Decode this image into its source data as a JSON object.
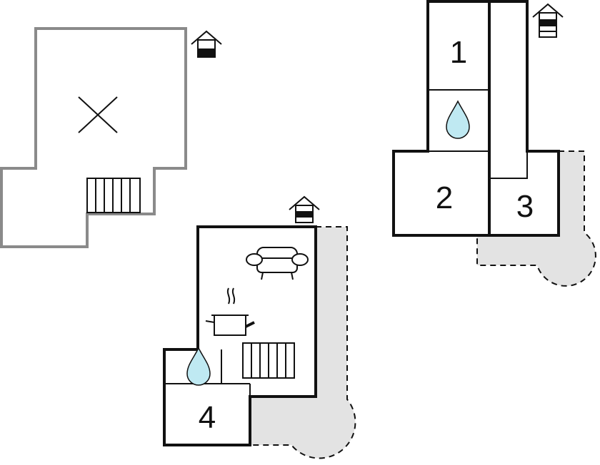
{
  "colors": {
    "wall": "#111111",
    "wall_upper_floor": "#8a8a8a",
    "terrace_fill": "#e3e3e3",
    "water_drop": "#bfe9f2",
    "background": "#ffffff"
  },
  "rooms": [
    {
      "number": "1",
      "kind": "bedroom"
    },
    {
      "number": "2",
      "kind": "bedroom"
    },
    {
      "number": "3",
      "kind": "bedroom"
    },
    {
      "number": "4",
      "kind": "bedroom"
    }
  ],
  "icons": {
    "floor_indicators": [
      "house-ground-floor-icon",
      "house-first-floor-icon",
      "house-upper-floor-icon"
    ],
    "fixtures": [
      "water-drop-icon",
      "sofa-icon",
      "cooking-pot-icon",
      "stairs-icon",
      "void-cross-icon"
    ]
  }
}
